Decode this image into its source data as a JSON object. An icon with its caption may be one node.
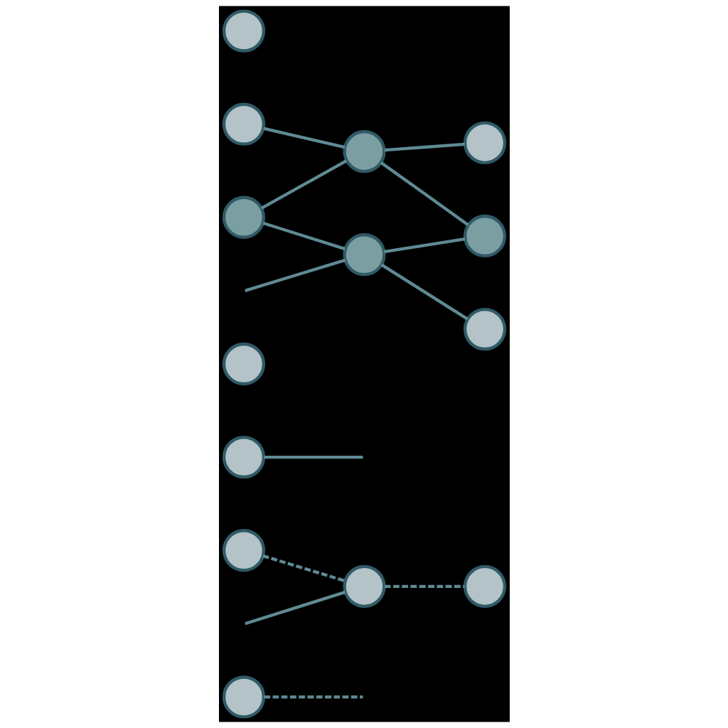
{
  "diagram": {
    "nodes": [
      {
        "text": [],
        "shape": "circle"
      },
      {
        "text": [],
        "shape": "circle"
      },
      {
        "text": [],
        "shape": "circle"
      },
      {
        "text": [],
        "shape": "circle"
      },
      {
        "text": [],
        "shape": "circle"
      },
      {
        "text": [],
        "shape": "circle"
      },
      {
        "text": [],
        "shape": "circle"
      },
      {
        "text": [],
        "shape": "circle"
      },
      {
        "text": [],
        "shape": "circle"
      },
      {
        "text": [],
        "shape": "circle"
      },
      {
        "text": [],
        "shape": "circle"
      },
      {
        "text": [],
        "shape": "circle"
      },
      {
        "text": [],
        "shape": "circle"
      },
      {
        "text": [],
        "shape": "circle"
      }
    ],
    "edges": [
      {
        "from": 0,
        "to": null,
        "arrow": "none",
        "style": "dashed"
      },
      {
        "from": 1,
        "to": 3,
        "arrow": "none",
        "style": "dashed"
      },
      {
        "from": 2,
        "to": null,
        "arrow": "none"
      },
      {
        "from": null,
        "to": 3,
        "arrow": "none"
      },
      {
        "from": 3,
        "to": 5,
        "arrow": "none",
        "style": "dashed"
      },
      {
        "from": 6,
        "to": 8,
        "arrow": "none"
      },
      {
        "from": 7,
        "to": 8,
        "arrow": "none"
      },
      {
        "from": 8,
        "to": 9,
        "arrow": "none"
      },
      {
        "from": 7,
        "to": 10,
        "arrow": "none"
      },
      {
        "from": 8,
        "to": 11,
        "arrow": "none"
      },
      {
        "from": null,
        "to": 10,
        "arrow": "none"
      },
      {
        "from": 10,
        "to": 11,
        "arrow": "none"
      },
      {
        "from": 10,
        "to": 12,
        "arrow": "none"
      }
    ]
  }
}
